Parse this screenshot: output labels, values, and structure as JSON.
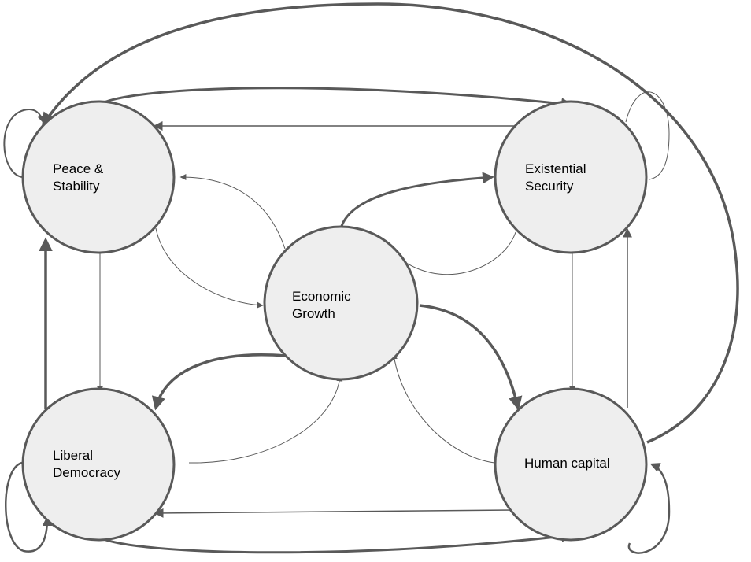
{
  "nodes": {
    "peace": "Peace &\nStability",
    "existential": "Existential\nSecurity",
    "economic": "Economic\nGrowth",
    "liberal": "Liberal\nDemocracy",
    "human": "Human capital"
  },
  "colors": {
    "node_fill": "#eeeeee",
    "stroke": "#595959"
  }
}
